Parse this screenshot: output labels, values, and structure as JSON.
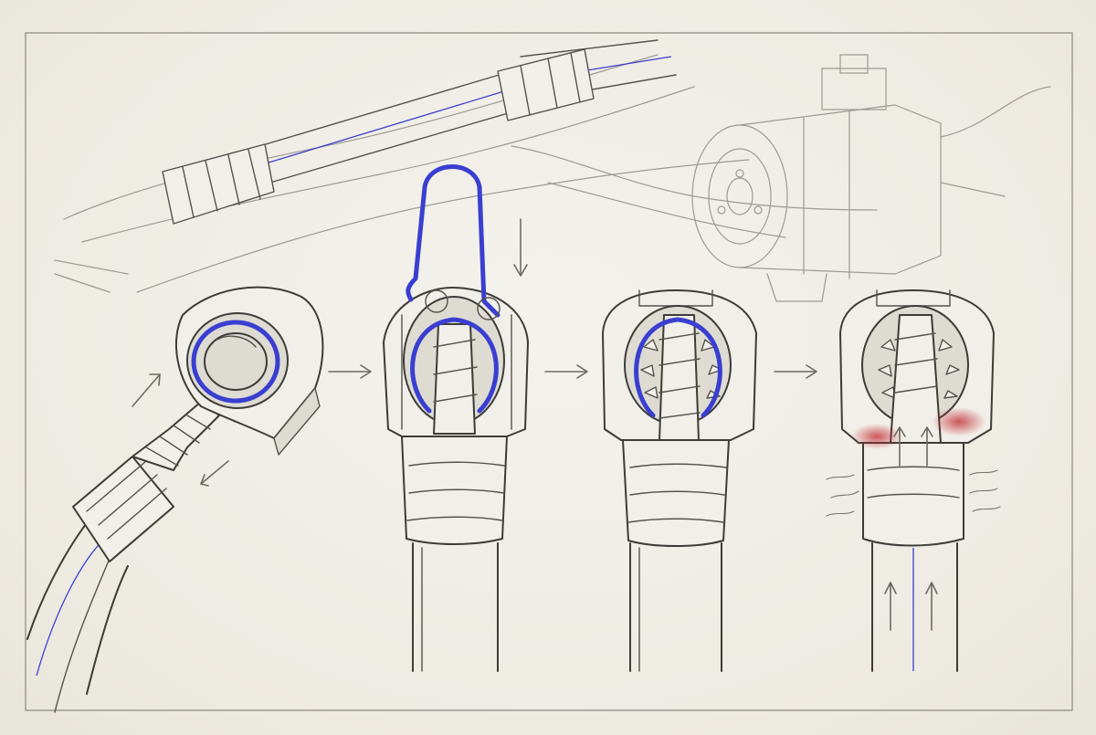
{
  "colors": {
    "accent": "#3a3fd0",
    "leak": "#c0242c",
    "ink": "#3e3c38",
    "paper": "#f1efe9"
  },
  "scene": {
    "background": "car-ac-line-and-compressor-sketch",
    "steps": [
      {
        "id": "step-1",
        "icon": "fitting-with-o-ring-and-hose-icon"
      },
      {
        "id": "step-2",
        "icon": "hose-with-garter-spring-clip-icon"
      },
      {
        "id": "step-3",
        "icon": "spring-lock-coupling-engaged-icon"
      },
      {
        "id": "step-4",
        "icon": "coupling-leaking-under-pressure-icon"
      }
    ],
    "arrows": [
      "right-arrow-icon",
      "right-arrow-icon",
      "right-arrow-icon"
    ]
  }
}
